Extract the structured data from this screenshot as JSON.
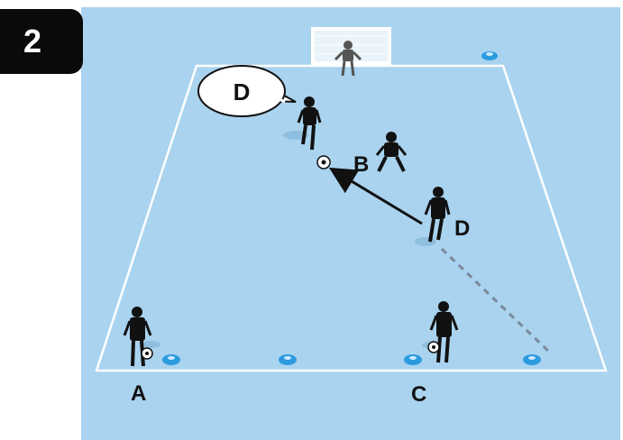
{
  "step_number": "2",
  "colors": {
    "pitch": "#a9d3ef",
    "lines": "#ffffff",
    "player": "#111111",
    "cone": "#2b9be0",
    "keeper": "#555555",
    "path": "#7a8a99"
  },
  "labels": {
    "bubble": "D",
    "b": "B",
    "d": "D",
    "a": "A",
    "c": "C"
  },
  "icons": [
    "goal-icon",
    "cone-icon",
    "ball-icon",
    "player-icon",
    "speech-bubble-icon",
    "arrow-icon"
  ]
}
